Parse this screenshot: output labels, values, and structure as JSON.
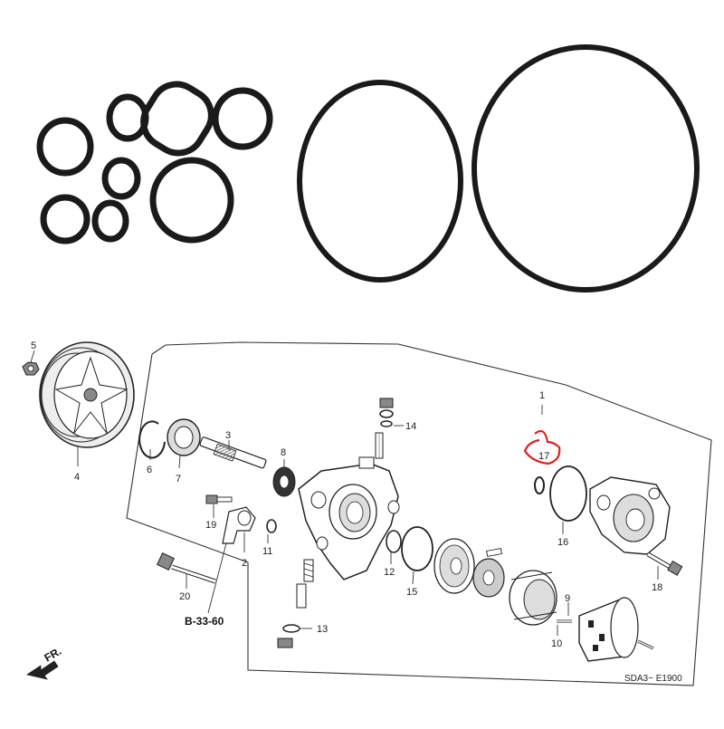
{
  "diagram": {
    "callouts": {
      "c1": "1",
      "c2": "2",
      "c3": "3",
      "c4": "4",
      "c5": "5",
      "c6": "6",
      "c7": "7",
      "c8": "8",
      "c9": "9",
      "c10": "10",
      "c11": "11",
      "c12": "12",
      "c13": "13",
      "c14": "14",
      "c15": "15",
      "c16": "16",
      "c17": "17",
      "c18": "18",
      "c19": "19",
      "c20": "20"
    },
    "reference_label": "B-33-60",
    "direction_label": "FR.",
    "diagram_code": "SDA3~ E1900"
  },
  "colors": {
    "oring": "#1a1a1a",
    "line": "#333333",
    "highlight": "#e0201c"
  }
}
